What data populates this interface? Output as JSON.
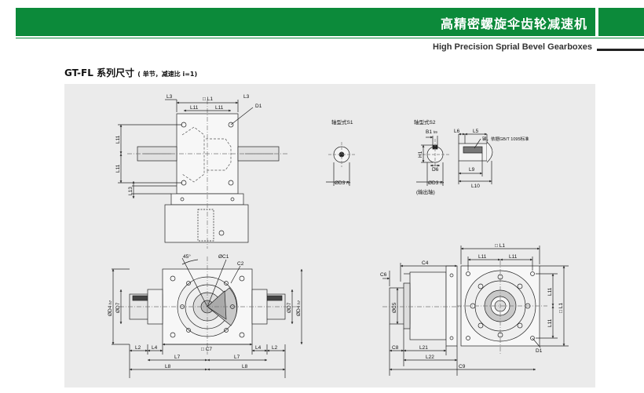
{
  "header": {
    "title_cn": "高精密螺旋伞齿轮减速机",
    "subtitle_en": "High Precision Sprial Bevel Gearboxes",
    "accent_color": "#0c8a3a"
  },
  "section": {
    "title": "GT-FL 系列尺寸",
    "note": "( 单节，减速比 i=1)"
  },
  "drawing": {
    "shaft_s1_label": "轴型式S1",
    "shaft_s2_label": "轴型式S2",
    "key_note": "键，依据GB/T 1095标准",
    "output_shaft_note": "(输出轴)",
    "dims": {
      "l1": "L1",
      "sq_l1": "□ L1",
      "l2": "L2",
      "l3": "L3",
      "l4": "L4",
      "l5": "L5",
      "l6": "L6",
      "l7": "L7",
      "l8": "L8",
      "l9": "L9",
      "l10": "L10",
      "l11": "L11",
      "l13": "L13",
      "l21": "L21",
      "l22": "L22",
      "c2": "C2",
      "c4": "C4",
      "c5": "ØC5",
      "c6": "C6",
      "c8": "C8",
      "c9": "C9",
      "sq_c7": "□ C7",
      "phi_c1": "ØC1",
      "d1": "D1",
      "h1": "H1",
      "b1": "B1",
      "b1_tol": "h9",
      "d6": "D6",
      "d3": "ØD3",
      "d3_tol": "h7",
      "d4": "ØD4",
      "d4_tol": "h7",
      "d7": "ØD7",
      "angle": "45°"
    }
  }
}
